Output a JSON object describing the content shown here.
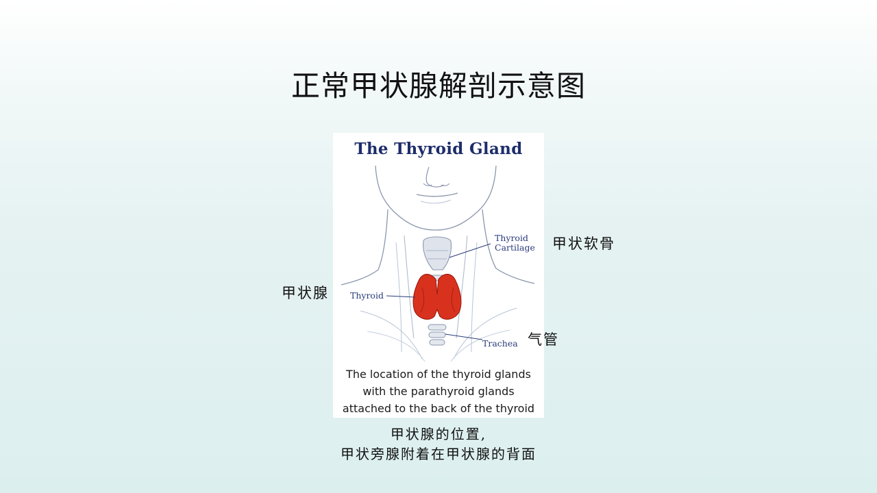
{
  "slide": {
    "title": "正常甲状腺解剖示意图"
  },
  "figure": {
    "heading": "The Thyroid Gland",
    "labels": {
      "thyroid_cartilage_line1": "Thyroid",
      "thyroid_cartilage_line2": "Cartilage",
      "thyroid": "Thyroid",
      "trachea": "Trachea"
    },
    "caption_lines": [
      "The location of the thyroid glands",
      "with the parathyroid glands",
      "attached to the back of the thyroid"
    ],
    "colors": {
      "heading": "#1d2c6a",
      "gland": "#d8321f",
      "outline": "#7f8fa8"
    }
  },
  "annotations": {
    "thyroid_cartilage": "甲状软骨",
    "thyroid": "甲状腺",
    "trachea": "气管"
  },
  "caption": {
    "line1": "甲状腺的位置,",
    "line2": "甲状旁腺附着在甲状腺的背面"
  }
}
